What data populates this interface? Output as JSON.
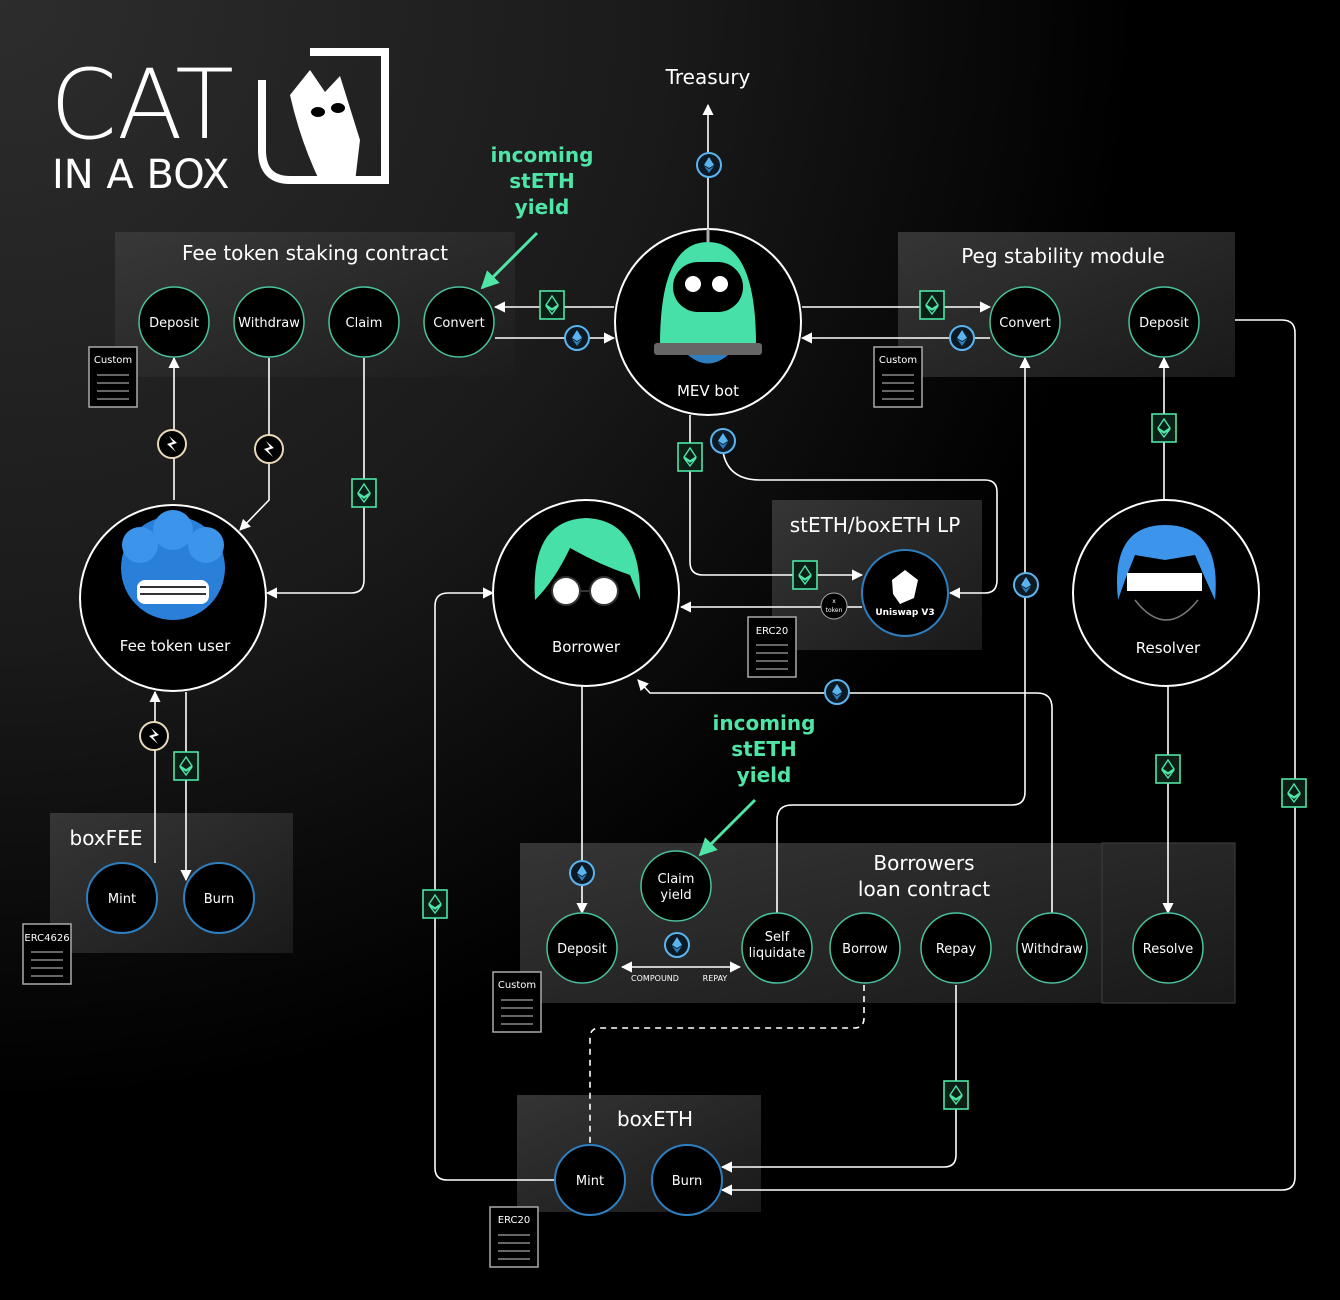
{
  "logo": {
    "line1": "CAT",
    "line2": "IN A BOX"
  },
  "labels": {
    "treasury": "Treasury",
    "yield_top": [
      "incoming",
      "stETH",
      "yield"
    ],
    "yield_mid": [
      "incoming",
      "stETH",
      "yield"
    ]
  },
  "panels": {
    "fee_staking": {
      "title": "Fee token staking contract",
      "nodes": [
        "Deposit",
        "Withdraw",
        "Claim",
        "Convert"
      ],
      "doc": "Custom"
    },
    "peg": {
      "title": "Peg stability module",
      "nodes": [
        "Convert",
        "Deposit"
      ],
      "doc": "Custom"
    },
    "lp": {
      "title": "stETH/boxETH LP",
      "uniswap": "Uniswap V3",
      "xtoken": [
        "x",
        "token"
      ],
      "doc": "ERC20"
    },
    "boxfee": {
      "title": "boxFEE",
      "nodes": [
        "Mint",
        "Burn"
      ],
      "doc": "ERC4626"
    },
    "loan": {
      "title": [
        "Borrowers",
        "loan contract"
      ],
      "claim": [
        "Claim",
        "yield"
      ],
      "nodes": [
        "Deposit",
        "Borrow",
        "Repay",
        "Withdraw"
      ],
      "self": [
        "Self",
        "liquidate"
      ],
      "resolve": "Resolve",
      "compound": "COMPOUND",
      "repay": "REPAY",
      "doc": "Custom"
    },
    "boxeth": {
      "title": "boxETH",
      "nodes": [
        "Mint",
        "Burn"
      ],
      "doc": "ERC20"
    }
  },
  "actors": {
    "mev": "MEV bot",
    "fee_user": "Fee token user",
    "borrower": "Borrower",
    "resolver": "Resolver"
  },
  "colors": {
    "accent_green": "#4fe5a6",
    "token_blue": "#5ab4f0",
    "node_border": "#49c2a0",
    "panel": "#2a2a2a"
  }
}
